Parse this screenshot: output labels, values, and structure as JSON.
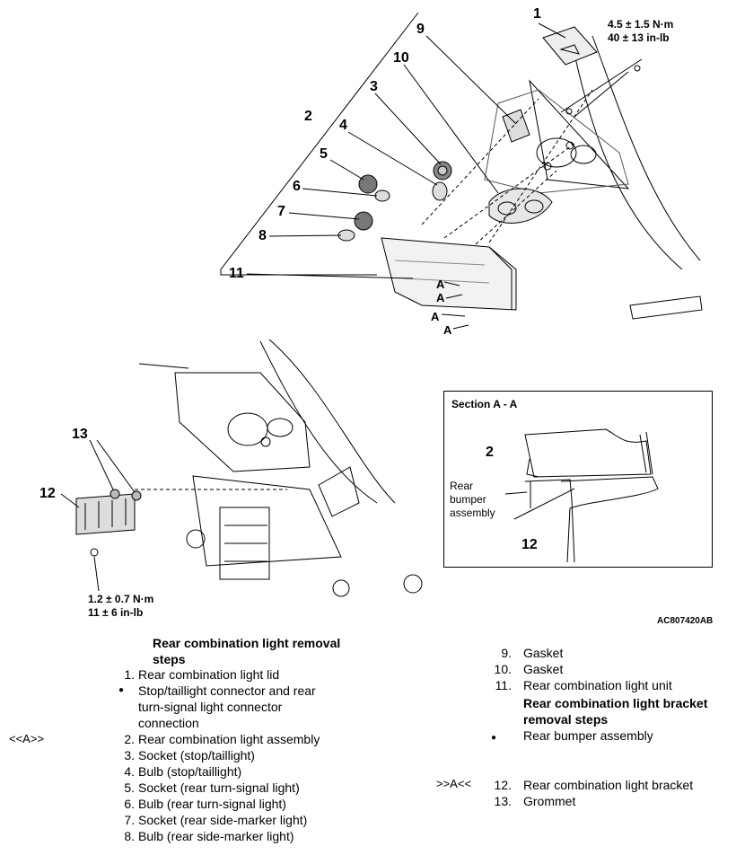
{
  "diagram": {
    "callouts": {
      "c1": "1",
      "c2": "2",
      "c3": "3",
      "c4": "4",
      "c5": "5",
      "c6": "6",
      "c7": "7",
      "c8": "8",
      "c9": "9",
      "c10": "10",
      "c11": "11",
      "c12": "12",
      "c13": "13",
      "a1": "A",
      "a2": "A",
      "a3": "A",
      "a4": "A"
    },
    "torque_top": {
      "line1": "4.5 ± 1.5 N·m",
      "line2": "40 ± 13 in-lb"
    },
    "torque_bottom": {
      "line1": "1.2 ± 0.7 N·m",
      "line2": "11 ± 6 in-lb"
    },
    "section": {
      "title": "Section A - A",
      "label_2": "2",
      "label_12": "12",
      "bumper_line1": "Rear",
      "bumper_line2": "bumper",
      "bumper_line3": "assembly"
    },
    "figure_code": "AC807420AB"
  },
  "left_list": {
    "heading_line1": "Rear combination light removal",
    "heading_line2": "steps",
    "items": [
      {
        "num": "1.",
        "text": "Rear combination light lid"
      },
      {
        "bullet": "●",
        "text": "Stop/taillight connector and rear"
      },
      {
        "text": "turn-signal light connector"
      },
      {
        "text": "connection"
      },
      {
        "num": "2.",
        "text": "Rear combination light assembly",
        "note": "<<A>>"
      },
      {
        "num": "3.",
        "text": "Socket (stop/taillight)"
      },
      {
        "num": "4.",
        "text": "Bulb (stop/taillight)"
      },
      {
        "num": "5.",
        "text": "Socket (rear turn-signal light)"
      },
      {
        "num": "6.",
        "text": "Bulb (rear turn-signal light)"
      },
      {
        "num": "7.",
        "text": "Socket (rear side-marker light)"
      },
      {
        "num": "8.",
        "text": "Bulb (rear side-marker light)"
      }
    ]
  },
  "right_list": {
    "items_a": [
      {
        "num": "9.",
        "text": "Gasket"
      },
      {
        "num": "10.",
        "text": "Gasket"
      },
      {
        "num": "11.",
        "text": "Rear combination light unit"
      }
    ],
    "heading_line1": "Rear combination light bracket",
    "heading_line2": "removal steps",
    "bullet_item": {
      "bullet": "●",
      "text": "Rear bumper assembly"
    },
    "items_b": [
      {
        "num": "12.",
        "text": "Rear combination light bracket",
        "note": ">>A<<"
      },
      {
        "num": "13.",
        "text": "Grommet"
      }
    ]
  }
}
